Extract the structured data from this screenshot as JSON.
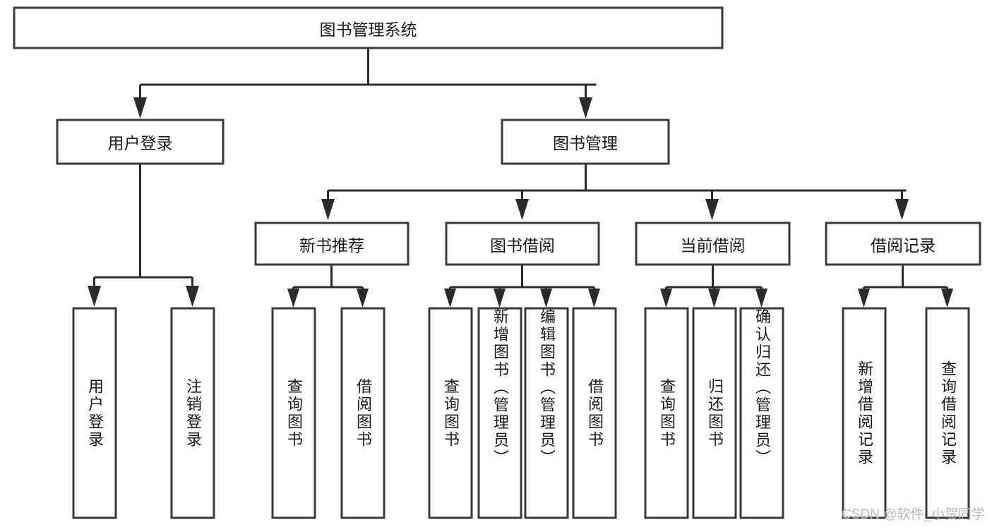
{
  "diagram": {
    "title": "图书管理系统",
    "type": "tree-hierarchy-chart",
    "root": {
      "label": "图书管理系统",
      "orientation": "horizontal"
    },
    "level2": [
      {
        "label": "用户登录",
        "orientation": "horizontal"
      },
      {
        "label": "图书管理",
        "orientation": "horizontal"
      }
    ],
    "level3": [
      {
        "label": "新书推荐",
        "orientation": "horizontal"
      },
      {
        "label": "图书借阅",
        "orientation": "horizontal"
      },
      {
        "label": "当前借阅",
        "orientation": "horizontal"
      },
      {
        "label": "借阅记录",
        "orientation": "horizontal"
      }
    ],
    "leaves_user_login": [
      {
        "label": "用户登录",
        "orientation": "vertical"
      },
      {
        "label": "注销登录",
        "orientation": "vertical"
      }
    ],
    "leaves_new_book": [
      {
        "label": "查询图书",
        "orientation": "vertical"
      },
      {
        "label": "借阅图书",
        "orientation": "vertical"
      }
    ],
    "leaves_borrow": [
      {
        "label": "查询图书",
        "orientation": "vertical"
      },
      {
        "label": "新增图书（管理员）",
        "orientation": "vertical"
      },
      {
        "label": "编辑图书（管理员）",
        "orientation": "vertical"
      },
      {
        "label": "借阅图书",
        "orientation": "vertical"
      }
    ],
    "leaves_current": [
      {
        "label": "查询图书",
        "orientation": "vertical"
      },
      {
        "label": "归还图书",
        "orientation": "vertical"
      },
      {
        "label": "确认归还（管理员）",
        "orientation": "vertical"
      }
    ],
    "leaves_records": [
      {
        "label": "新增借阅记录",
        "orientation": "vertical"
      },
      {
        "label": "查询借阅记录",
        "orientation": "vertical"
      }
    ],
    "colors": {
      "box_fill": "#ffffff",
      "box_stroke": "#3a3a3a",
      "edge": "#2b2b2b",
      "text": "#1a1a1a",
      "watermark": "#b9b9b9",
      "background": "#ffffff"
    }
  },
  "watermark": {
    "text": "CSDN @软件_小贺同学"
  }
}
